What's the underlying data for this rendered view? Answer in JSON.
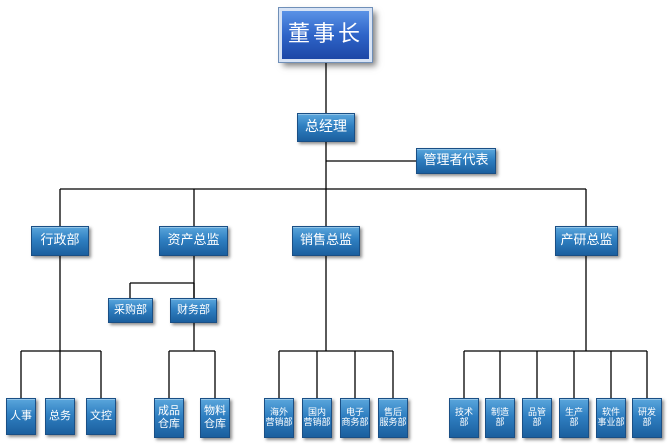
{
  "chart": {
    "root": "董事长",
    "ceo": "总经理",
    "mgmt_rep": "管理者代表",
    "depts": {
      "admin": "行政部",
      "assets": "资产总监",
      "sales": "销售总监",
      "rd": "产研总监"
    },
    "sub": {
      "purchasing": "采购部",
      "finance": "财务部"
    },
    "admin_units": [
      "人事",
      "总务",
      "文控"
    ],
    "asset_units": [
      "成品\n仓库",
      "物料\n仓库"
    ],
    "sales_units": [
      "海外\n营销部",
      "国内\n营销部",
      "电子\n商务部",
      "售后\n服务部"
    ],
    "rd_units": [
      "技术\n部",
      "制造\n部",
      "品管\n部",
      "生产\n部",
      "软件\n事业部",
      "研发\n部"
    ]
  }
}
